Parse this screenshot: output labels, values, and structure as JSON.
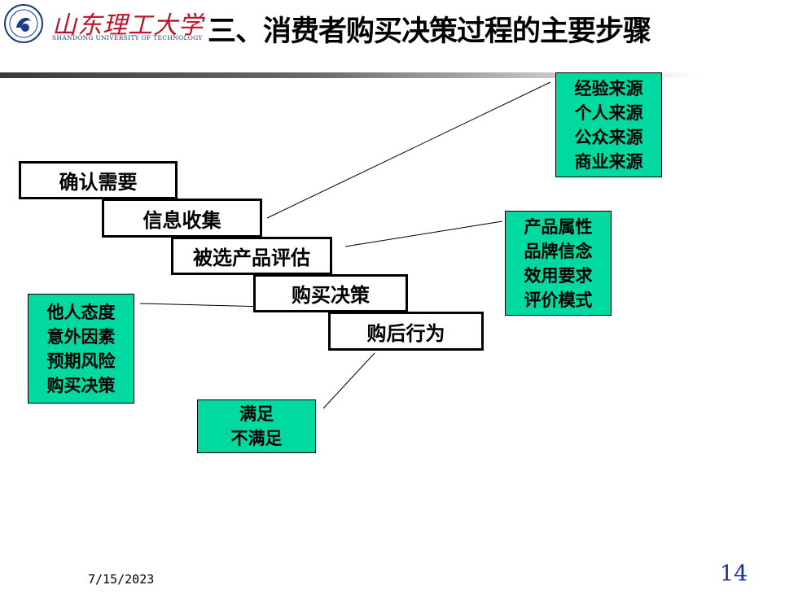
{
  "header": {
    "logo_cn": "山东理工大学",
    "logo_en": "SHANDONG UNIVERSITY OF TECHNOLOGY",
    "title": "三、消费者购买决策过程的主要步骤"
  },
  "steps": [
    {
      "label": "确认需要"
    },
    {
      "label": "信息收集"
    },
    {
      "label": "被选产品评估"
    },
    {
      "label": "购买决策"
    },
    {
      "label": "购后行为"
    }
  ],
  "notes": {
    "info_sources": [
      "经验来源",
      "个人来源",
      "公众来源",
      "商业来源"
    ],
    "evaluation": [
      "产品属性",
      "品牌信念",
      "效用要求",
      "评价模式"
    ],
    "decision_factors": [
      "他人态度",
      "意外因素",
      "预期风险",
      "购买决策"
    ],
    "post_purchase": [
      "满足",
      "不满足"
    ]
  },
  "colors": {
    "note_fill": "#00d9a0",
    "page_number": "#1a2ca8",
    "logo_red": "#c0102a"
  },
  "footer": {
    "date": "7/15/2023",
    "page": "14"
  }
}
